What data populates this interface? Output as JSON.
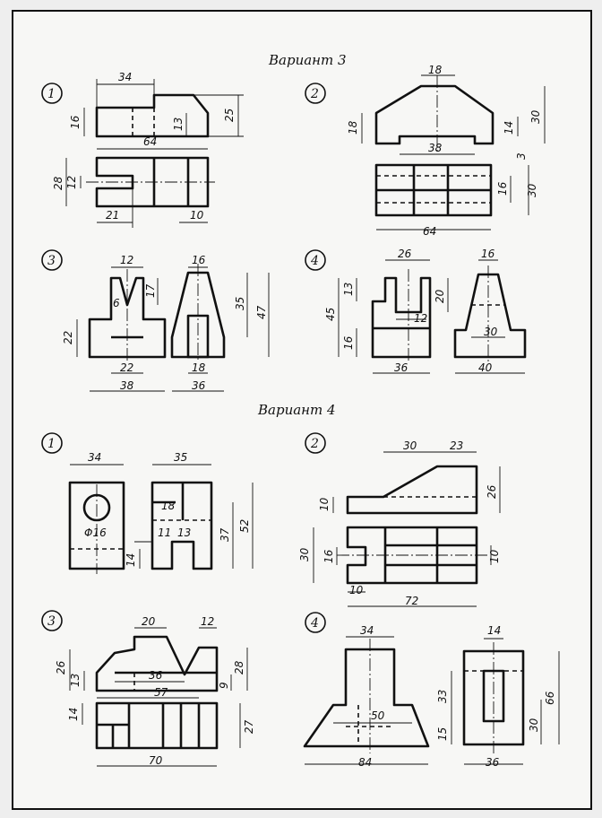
{
  "titles": {
    "v3": "Вариант 3",
    "v4": "Вариант 4"
  },
  "tasks": {
    "t1": "1",
    "t2": "2",
    "t3": "3",
    "t4": "4"
  },
  "v3": {
    "p1": {
      "d34": "34",
      "d16": "16",
      "d13": "13",
      "d25": "25",
      "d64": "64",
      "d28": "28",
      "d12": "12",
      "d21": "21",
      "d10": "10"
    },
    "p2": {
      "d18a": "18",
      "d18b": "18",
      "d30a": "30",
      "d14": "14",
      "d3": "3",
      "d38": "38",
      "d16": "16",
      "d30b": "30",
      "d64": "64"
    },
    "p3": {
      "d12": "12",
      "d16": "16",
      "d17": "17",
      "d6": "6",
      "d35": "35",
      "d47": "47",
      "d22a": "22",
      "d22b": "22",
      "d18": "18",
      "d38": "38",
      "d36": "36"
    },
    "p4": {
      "d26": "26",
      "d16a": "16",
      "d13": "13",
      "d20": "20",
      "d45": "45",
      "d12": "12",
      "d16b": "16",
      "d30": "30",
      "d36": "36",
      "d40": "40"
    }
  },
  "v4": {
    "p1": {
      "d34": "34",
      "d35": "35",
      "d18": "18",
      "d52": "52",
      "phi16": "Φ16",
      "d37": "37",
      "d11": "11",
      "d13": "13",
      "d14": "14"
    },
    "p2": {
      "d30": "30",
      "d23": "23",
      "d26": "26",
      "d10a": "10",
      "d30b": "30",
      "d16": "16",
      "d10b": "10",
      "d10c": "10",
      "d72": "72"
    },
    "p3": {
      "d20": "20",
      "d12": "12",
      "d26": "26",
      "d13": "13",
      "d36": "36",
      "d28": "28",
      "d9": "9",
      "d57": "57",
      "d14": "14",
      "d27": "27",
      "d70": "70"
    },
    "p4": {
      "d34": "34",
      "d14": "14",
      "d50": "50",
      "d66": "66",
      "d33": "33",
      "d15": "15",
      "d30": "30",
      "d84": "84",
      "d36": "36"
    }
  }
}
